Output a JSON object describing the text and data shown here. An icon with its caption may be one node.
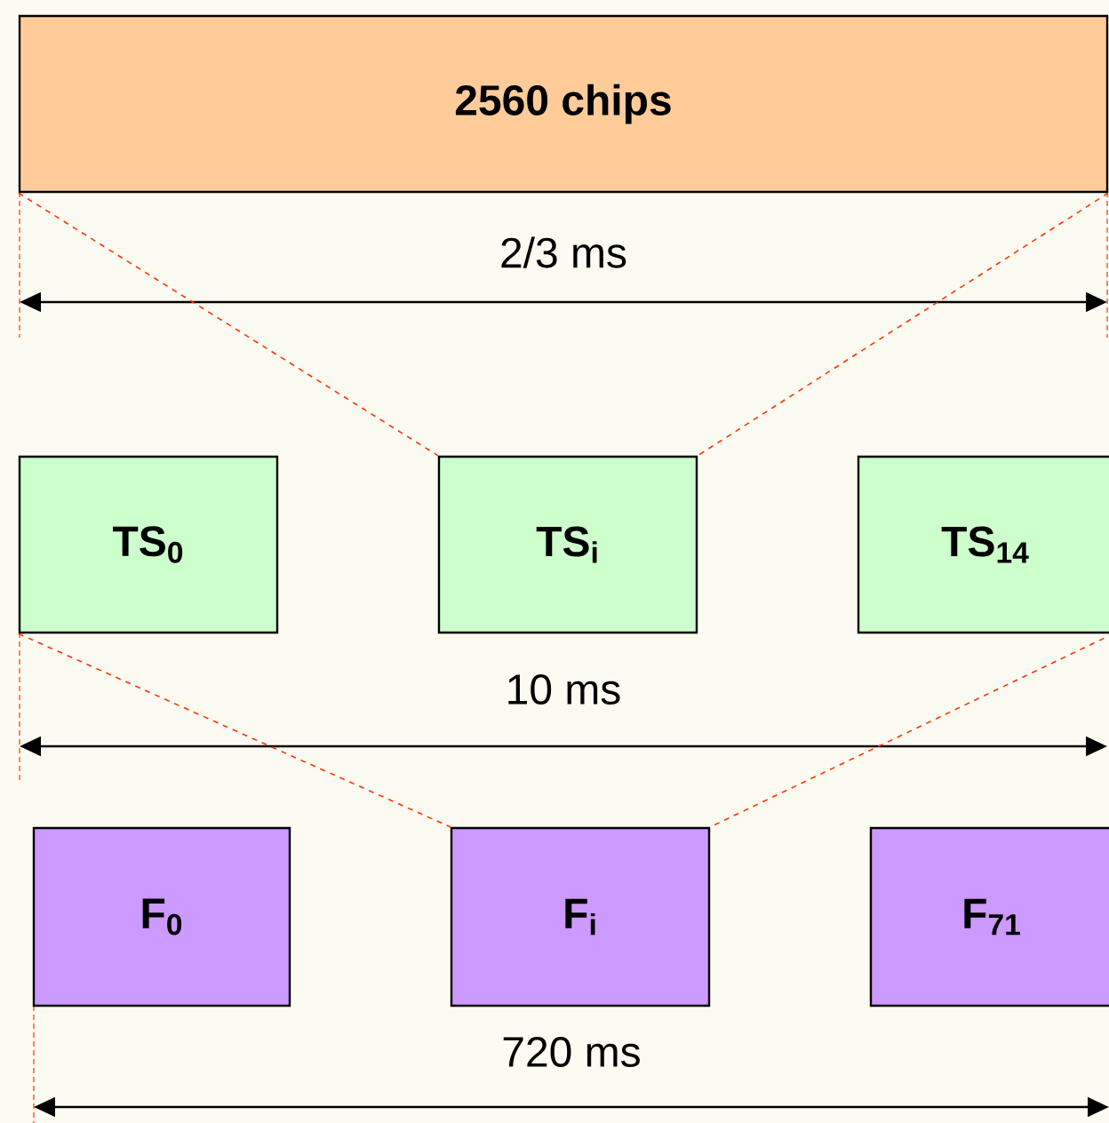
{
  "diagram": {
    "nodes": [
      {
        "text": [
          "2560 chips"
        ]
      },
      {
        "text": [
          "TS$_{0}$"
        ]
      },
      {
        "text": [
          "TS$_{i}$"
        ]
      },
      {
        "text": [
          "TS$_{14}$"
        ]
      },
      {
        "text": [
          "F$_{0}$"
        ]
      },
      {
        "text": [
          "F$_{i}$"
        ]
      },
      {
        "text": [
          "F$_{71}$"
        ]
      }
    ],
    "edges": [
      {
        "from": 0,
        "to": 2,
        "arrow": "none",
        "style": "dashed",
        "color": "#ff3300"
      },
      {
        "from": 0,
        "to": 2,
        "arrow": "none",
        "style": "dashed",
        "color": "#ff3300"
      },
      {
        "from": 1,
        "to": 5,
        "arrow": "none",
        "style": "dashed",
        "color": "#ff3300"
      },
      {
        "from": 3,
        "to": 5,
        "arrow": "none",
        "style": "dashed",
        "color": "#ff3300"
      }
    ],
    "labels": [
      "2/3 ms",
      "10 ms",
      "720 ms"
    ]
  }
}
